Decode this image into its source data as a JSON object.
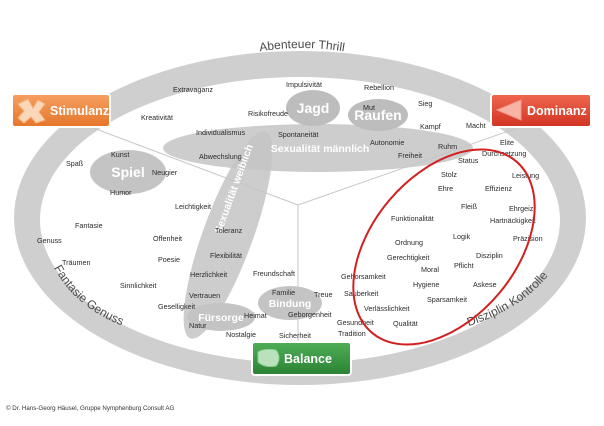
{
  "ring_labels": {
    "top": "Abenteuer Thrill",
    "left": "Fantasie Genuss",
    "right": "Disziplin Kontrolle"
  },
  "corners": {
    "stimulanz": "Stimulanz",
    "dominanz": "Dominanz",
    "balance": "Balance"
  },
  "zones": {
    "jagd": "Jagd",
    "raufen": "Raufen",
    "sexualitaet_maennlich": "Sexualität männlich",
    "spiel": "Spiel",
    "sexualitaet_weiblich": "Sexualität weiblich",
    "fuersorge": "Fürsorge",
    "bindung": "Bindung"
  },
  "words": {
    "extravaganz": "Extravaganz",
    "impulsivitaet": "Impulsivität",
    "rebellion": "Rebellion",
    "kreativitaet": "Kreativität",
    "risikofreude": "Risikofreude",
    "mut": "Mut",
    "sieg": "Sieg",
    "individualismus": "Individualismus",
    "spontaneitaet": "Spontaneität",
    "kampf": "Kampf",
    "macht": "Macht",
    "elite": "Elite",
    "autonomie": "Autonomie",
    "ruhm": "Ruhm",
    "durchsetzung": "Durchsetzung",
    "abwechslung": "Abwechslung",
    "freiheit": "Freiheit",
    "status": "Status",
    "kunst": "Kunst",
    "spass": "Spaß",
    "neugier": "Neugier",
    "humor": "Humor",
    "stolz": "Stolz",
    "leistung": "Leistung",
    "ehre": "Ehre",
    "effizienz": "Effizienz",
    "leichtigkeit": "Leichtigkeit",
    "fleiss": "Fleiß",
    "ehrgeiz": "Ehrgeiz",
    "funktionalitaet": "Funktionalität",
    "hartnaeckigkeit": "Hartnäckigkeit",
    "fantasie": "Fantasie",
    "toleranz": "Toleranz",
    "genuss": "Genuss",
    "offenheit": "Offenheit",
    "logik": "Logik",
    "praezision": "Präzision",
    "ordnung": "Ordnung",
    "flexibilitaet": "Flexibilität",
    "traeumen": "Träumen",
    "poesie": "Poesie",
    "gerechtigkeit": "Gerechtigkeit",
    "disziplin": "Disziplin",
    "herzlichkeit": "Herzlichkeit",
    "freundschaft": "Freundschaft",
    "moral": "Moral",
    "pflicht": "Pflicht",
    "sinnlichkeit": "Sinnlichkeit",
    "gehorsamkeit": "Gehorsamkeit",
    "familie": "Familie",
    "treue": "Treue",
    "hygiene": "Hygiene",
    "askese": "Askese",
    "vertrauen": "Vertrauen",
    "sauberkeit": "Sauberkeit",
    "sparsamkeit": "Sparsamkeit",
    "geselligkeit": "Geselligkeit",
    "geborgenheit": "Geborgenheit",
    "verlaesslichkeit": "Verlässlichkeit",
    "heimat": "Heimat",
    "gesundheit": "Gesundheit",
    "qualitaet": "Qualität",
    "natur": "Natur",
    "nostalgie": "Nostalgie",
    "sicherheit": "Sicherheit",
    "tradition": "Tradition"
  },
  "copyright": "© Dr. Hans-Georg Häusel, Gruppe Nymphenburg Consult AG",
  "colors": {
    "ring": "#cfcfcf",
    "inner": "#ffffff",
    "zone_blob": "#c4c4c4",
    "stimulanz": "#ee8436",
    "dominanz": "#e0402e",
    "balance": "#2f8f3a",
    "highlight": "#d21f1f"
  }
}
